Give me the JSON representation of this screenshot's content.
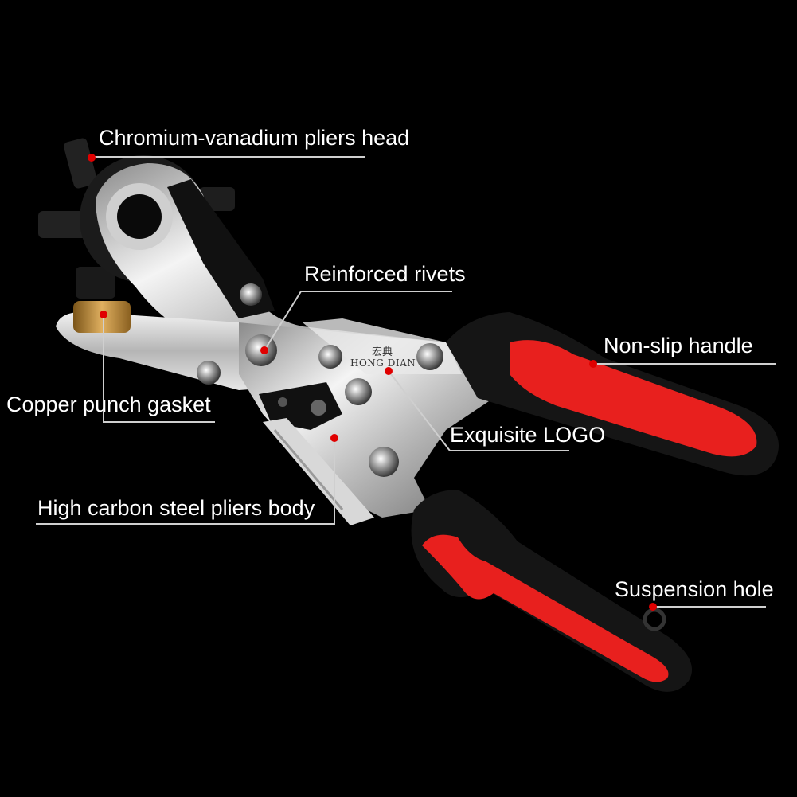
{
  "callouts": {
    "head": "Chromium-vanadium pliers head",
    "rivets": "Reinforced rivets",
    "handle": "Non-slip handle",
    "gasket": "Copper punch gasket",
    "logo": "Exquisite LOGO",
    "body": "High carbon steel pliers body",
    "hole": "Suspension hole"
  },
  "product_logo": {
    "latin": "HONG DIAN",
    "chinese": "宏典"
  },
  "colors": {
    "background": "#000000",
    "dot": "#e00000",
    "leader_line": "#cfcfcf",
    "handle_red": "#e8201e",
    "handle_black": "#151515",
    "steel": "#d9d9d9",
    "copper": "#c8963c"
  }
}
